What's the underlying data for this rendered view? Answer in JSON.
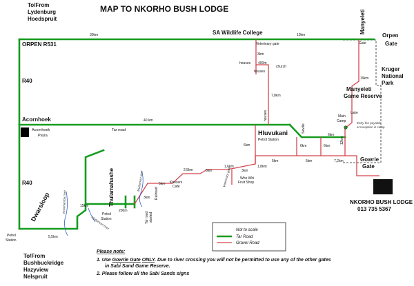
{
  "title": "MAP TO NKORHO BUSH LODGE",
  "places": {
    "to_from_top": "To/From",
    "lydenburg": "Lydenburg",
    "hoedspruit": "Hoedspruit",
    "orpen_r531": "ORPEN R531",
    "sa_wildlife_college": "SA Wildlife College",
    "orpen_gate_1": "Orpen",
    "orpen_gate_2": "Gate",
    "manyeleti_vertical": "Manyeleti",
    "r40_top": "R40",
    "r40_bottom": "R40",
    "acornhoek": "Acornhoek",
    "acornhoek_plaza_1": "Acornhoek",
    "acornhoek_plaza_2": "Plaza",
    "tar_road": "Tar road",
    "veterinary_gate": "Veterinary gate",
    "houses_1": "houses",
    "houses_2": "houses",
    "houses_3": "houses",
    "church": "church",
    "kruger_1": "Kruger",
    "kruger_2": "National",
    "kruger_3": "Park",
    "gate_small": "Gate",
    "manyeleti_reserve_1": "Manyeleti",
    "manyeleti_reserve_2": "Game Reserve",
    "lake": "Lake",
    "main_camp_1": "Main",
    "main_camp_2": "Camp",
    "entry_fee_1": "Entry fee payable",
    "entry_fee_2": "at reception in camp",
    "hluvukani": "Hluvukani",
    "petrol_station_1": "Petrol Station",
    "seville": "Seville",
    "gowrie_gate_1": "Gowrie",
    "gowrie_gate_2": "Gate",
    "thulamahashe": "Thulamahashe",
    "khozeni_1": "Khozeni",
    "khozeni_2": "Cafe",
    "who_whi_1": "Who Whi",
    "who_whi_2": "Fruit Shop",
    "veterinary_gate_2": "Veterinary gate",
    "railroad": "Railroad",
    "tar_road_started_1": "Tar road",
    "tar_road_started_2": "started",
    "dwarsloop": "Dwarsloop",
    "petrol_station_2": "Petrol",
    "petrol_station_3": "Station",
    "petrol_station_4": "Petrol",
    "petrol_station_5": "Station",
    "to_from_bottom": "To/From",
    "bushbuckridge": "Bushbuckridge",
    "hazyview": "Hazyview",
    "nelspruit": "Nelspruit",
    "nkorho_lodge": "NKORHO BUSH  LODGE",
    "nkorho_phone": "013 735 5367"
  },
  "rivers": {
    "mutlumuvi_1": "Mutlumuvi river",
    "mutlumuvi_2": "Mutlumuvi river",
    "khokhamba": "Khokhamba river"
  },
  "distances": {
    "d_30km": "30km",
    "d_10km": "10km",
    "d_3km": "3km",
    "d_400m": "400m",
    "d_19km": "19km",
    "d_7_8km": "7,8km",
    "d_40km": "40 km",
    "d_6km_a": "6km",
    "d_6km_b": "6km",
    "d_6km_c": "6km",
    "d_6km_d": "6km",
    "d_5km_a": "5km",
    "d_5km_b": "5km",
    "d_5km_c": "5km",
    "d_7_2km": "7,2km",
    "d_1_8km": "1,8km",
    "d_2_5km": "2,5km",
    "d_1_6km": "1,6km",
    "d_3km_b": "3km",
    "d_3km_c": "3km",
    "d_5km_d": "5km",
    "d_15km": "15km",
    "d_200m": "200m",
    "d_5_5km": "5,5km",
    "d_12km": "12km"
  },
  "legend": {
    "not_to_scale": "Not to scale",
    "tar_road": "Tar Road",
    "gravel_road": "Gravel Road"
  },
  "notes": {
    "heading": "Please note:",
    "line1_pre": "1.  Use ",
    "line1_gate": "Gowrie Gate",
    "line1_only": "ONLY",
    "line1_post": ".  Due to river crossing you will not be permitted to use any of the other gates",
    "line1_cont": "in Sabi Sand Game Reserve.",
    "line2": "2.  Please follow all the Sabi Sands signs"
  },
  "colors": {
    "tar_road": "#169b1e",
    "gravel_road": "#d2444d",
    "river": "#2b5fbf"
  }
}
